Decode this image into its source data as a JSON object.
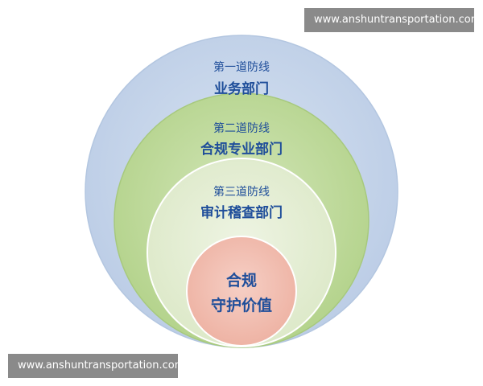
{
  "watermarks": {
    "top": "www.anshuntransportation.com",
    "bottom": "www.anshuntransportation.com"
  },
  "rings": [
    {
      "subtitle": "第一道防线",
      "title": "业务部门",
      "color": "#c5d5ea"
    },
    {
      "subtitle": "第二道防线",
      "title": "合规专业部门",
      "color": "#c2dba0"
    },
    {
      "subtitle": "第三道防线",
      "title": "审计稽查部门",
      "color": "#e6efd6"
    }
  ],
  "core": {
    "line1": "合规",
    "line2": "守护价值",
    "color": "#f2c0b4"
  },
  "text_color": "#1f4e9a"
}
